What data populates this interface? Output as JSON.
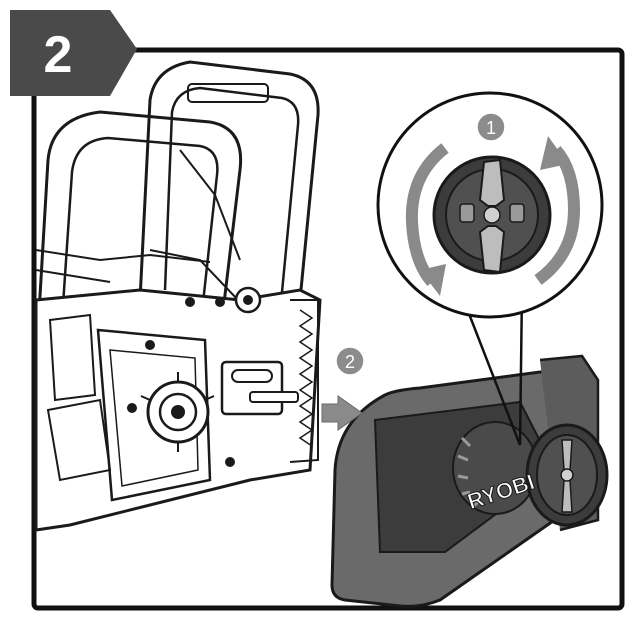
{
  "step": {
    "number": "2"
  },
  "callouts": [
    {
      "id": "knob-rotate",
      "label": "1"
    },
    {
      "id": "cover-attach",
      "label": "2"
    }
  ],
  "brand": {
    "logo_text": "RYOBI"
  },
  "colors": {
    "frame": "#111111",
    "step_tab": "#4a4a4a",
    "callout_fill": "#8c8c8c",
    "arrow_gray": "#8a8a8a",
    "cover_dark": "#3c3c3c",
    "cover_mid": "#6a6a6a",
    "line": "#1a1a1a"
  },
  "icons": [
    "rotate-arrow-icon",
    "direction-arrow-icon"
  ]
}
